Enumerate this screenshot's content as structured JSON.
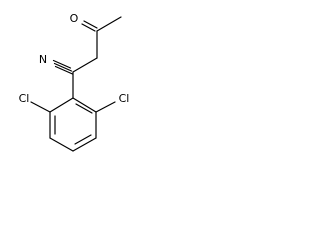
{
  "molecule": {
    "atoms": {
      "nitrogen": "N",
      "oxygen": "O",
      "chlorine_left": "Cl",
      "chlorine_right": "Cl"
    }
  }
}
